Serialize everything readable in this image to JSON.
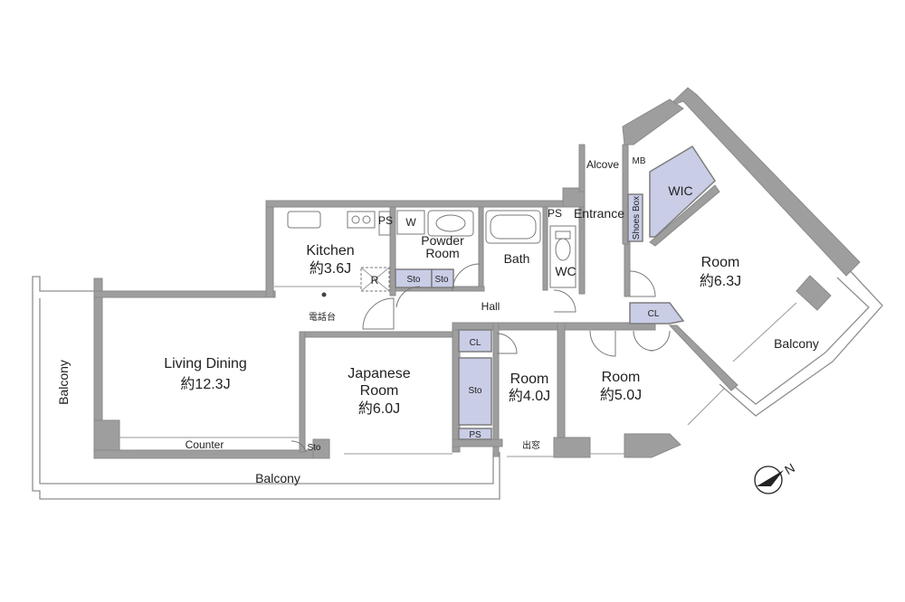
{
  "rooms": {
    "kitchen": {
      "name": "Kitchen",
      "size": "約3.6J"
    },
    "living_dining": {
      "name": "Living Dining",
      "size": "約12.3J"
    },
    "japanese_room": {
      "name1": "Japanese",
      "name2": "Room",
      "size": "約6.0J"
    },
    "room_a": {
      "name": "Room",
      "size": "約4.0J"
    },
    "room_b": {
      "name": "Room",
      "size": "約5.0J"
    },
    "room_c": {
      "name": "Room",
      "size": "約6.3J"
    },
    "powder_room": {
      "name1": "Powder",
      "name2": "Room"
    },
    "bath": {
      "name": "Bath"
    },
    "wc": {
      "name": "WC"
    },
    "hall": {
      "name": "Hall"
    },
    "entrance": {
      "name": "Entrance"
    },
    "wic": {
      "name": "WIC"
    },
    "alcove": {
      "name": "Alcove"
    }
  },
  "small_labels": {
    "ps_kitchen": "PS",
    "w": "W",
    "ps_entrance": "PS",
    "mb": "MB",
    "shoes_box": "Shoes Box",
    "r": "R",
    "sto_a": "Sto",
    "sto_b": "Sto",
    "sto_japanese": "Sto",
    "sto_counter": "Sto",
    "cl_a": "CL",
    "cl_b": "CL",
    "ps_bottom": "PS",
    "phone_stand": "電話台",
    "bay_window": "出窓",
    "counter": "Counter"
  },
  "balconies": {
    "left": "Balcony",
    "bottom": "Balcony",
    "right": "Balcony"
  },
  "compass": {
    "label": "N",
    "icon": "north-arrow-icon"
  },
  "colors": {
    "wall": "#9e9e9e",
    "storage": "#c9cde6",
    "line": "#8f8f8f"
  }
}
